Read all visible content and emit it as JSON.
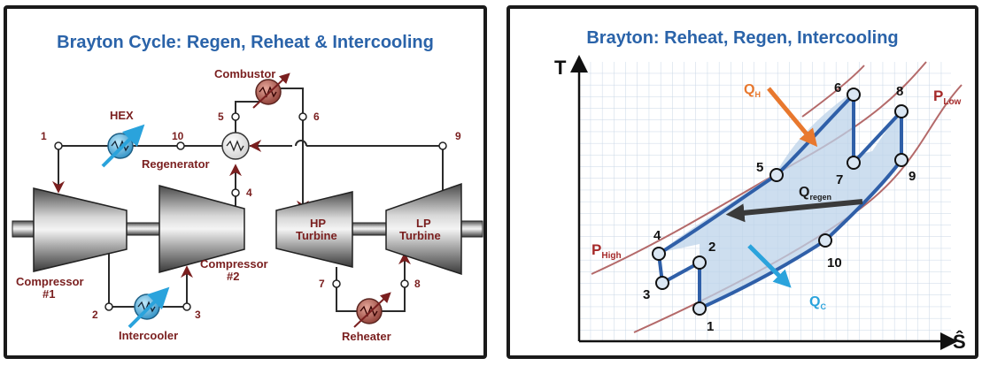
{
  "left_panel": {
    "title": "Brayton Cycle: Regen, Reheat & Intercooling",
    "labels": {
      "hex": "HEX",
      "combustor": "Combustor",
      "regenerator": "Regenerator",
      "compressor1_line1": "Compressor",
      "compressor1_line2": "#1",
      "compressor2_line1": "Compressor",
      "compressor2_line2": "#2",
      "hp_turbine_line1": "HP",
      "hp_turbine_line2": "Turbine",
      "lp_turbine_line1": "LP",
      "lp_turbine_line2": "Turbine",
      "intercooler": "Intercooler",
      "reheater": "Reheater"
    },
    "state_points": [
      "1",
      "2",
      "3",
      "4",
      "5",
      "6",
      "7",
      "8",
      "9",
      "10"
    ]
  },
  "right_panel": {
    "title": "Brayton: Reheat, Regen, Intercooling",
    "axes": {
      "y": "T",
      "x": "Ŝ"
    },
    "labels": {
      "qh_main": "Q",
      "qh_sub": "H",
      "qc_main": "Q",
      "qc_sub": "C",
      "qregen_main": "Q",
      "qregen_sub": "regen",
      "plow_main": "P",
      "plow_sub": "Low",
      "phigh_main": "P",
      "phigh_sub": "High"
    },
    "state_points": [
      "1",
      "2",
      "3",
      "4",
      "5",
      "6",
      "7",
      "8",
      "9",
      "10"
    ]
  },
  "colors": {
    "title": "#2a63a9",
    "label": "#7a1f1f",
    "cycle_line": "#2f5fa8",
    "cycle_fill": "#bcd3ea",
    "grid": "#c8d6e6",
    "isobar": "#b46a6a",
    "qh_arrow": "#e8782e",
    "qc_arrow": "#2aa3dc",
    "regen_arrow": "#3a3a3a",
    "flow_line": "#2b2b2b",
    "arrow_head": "#7a1f1f"
  }
}
